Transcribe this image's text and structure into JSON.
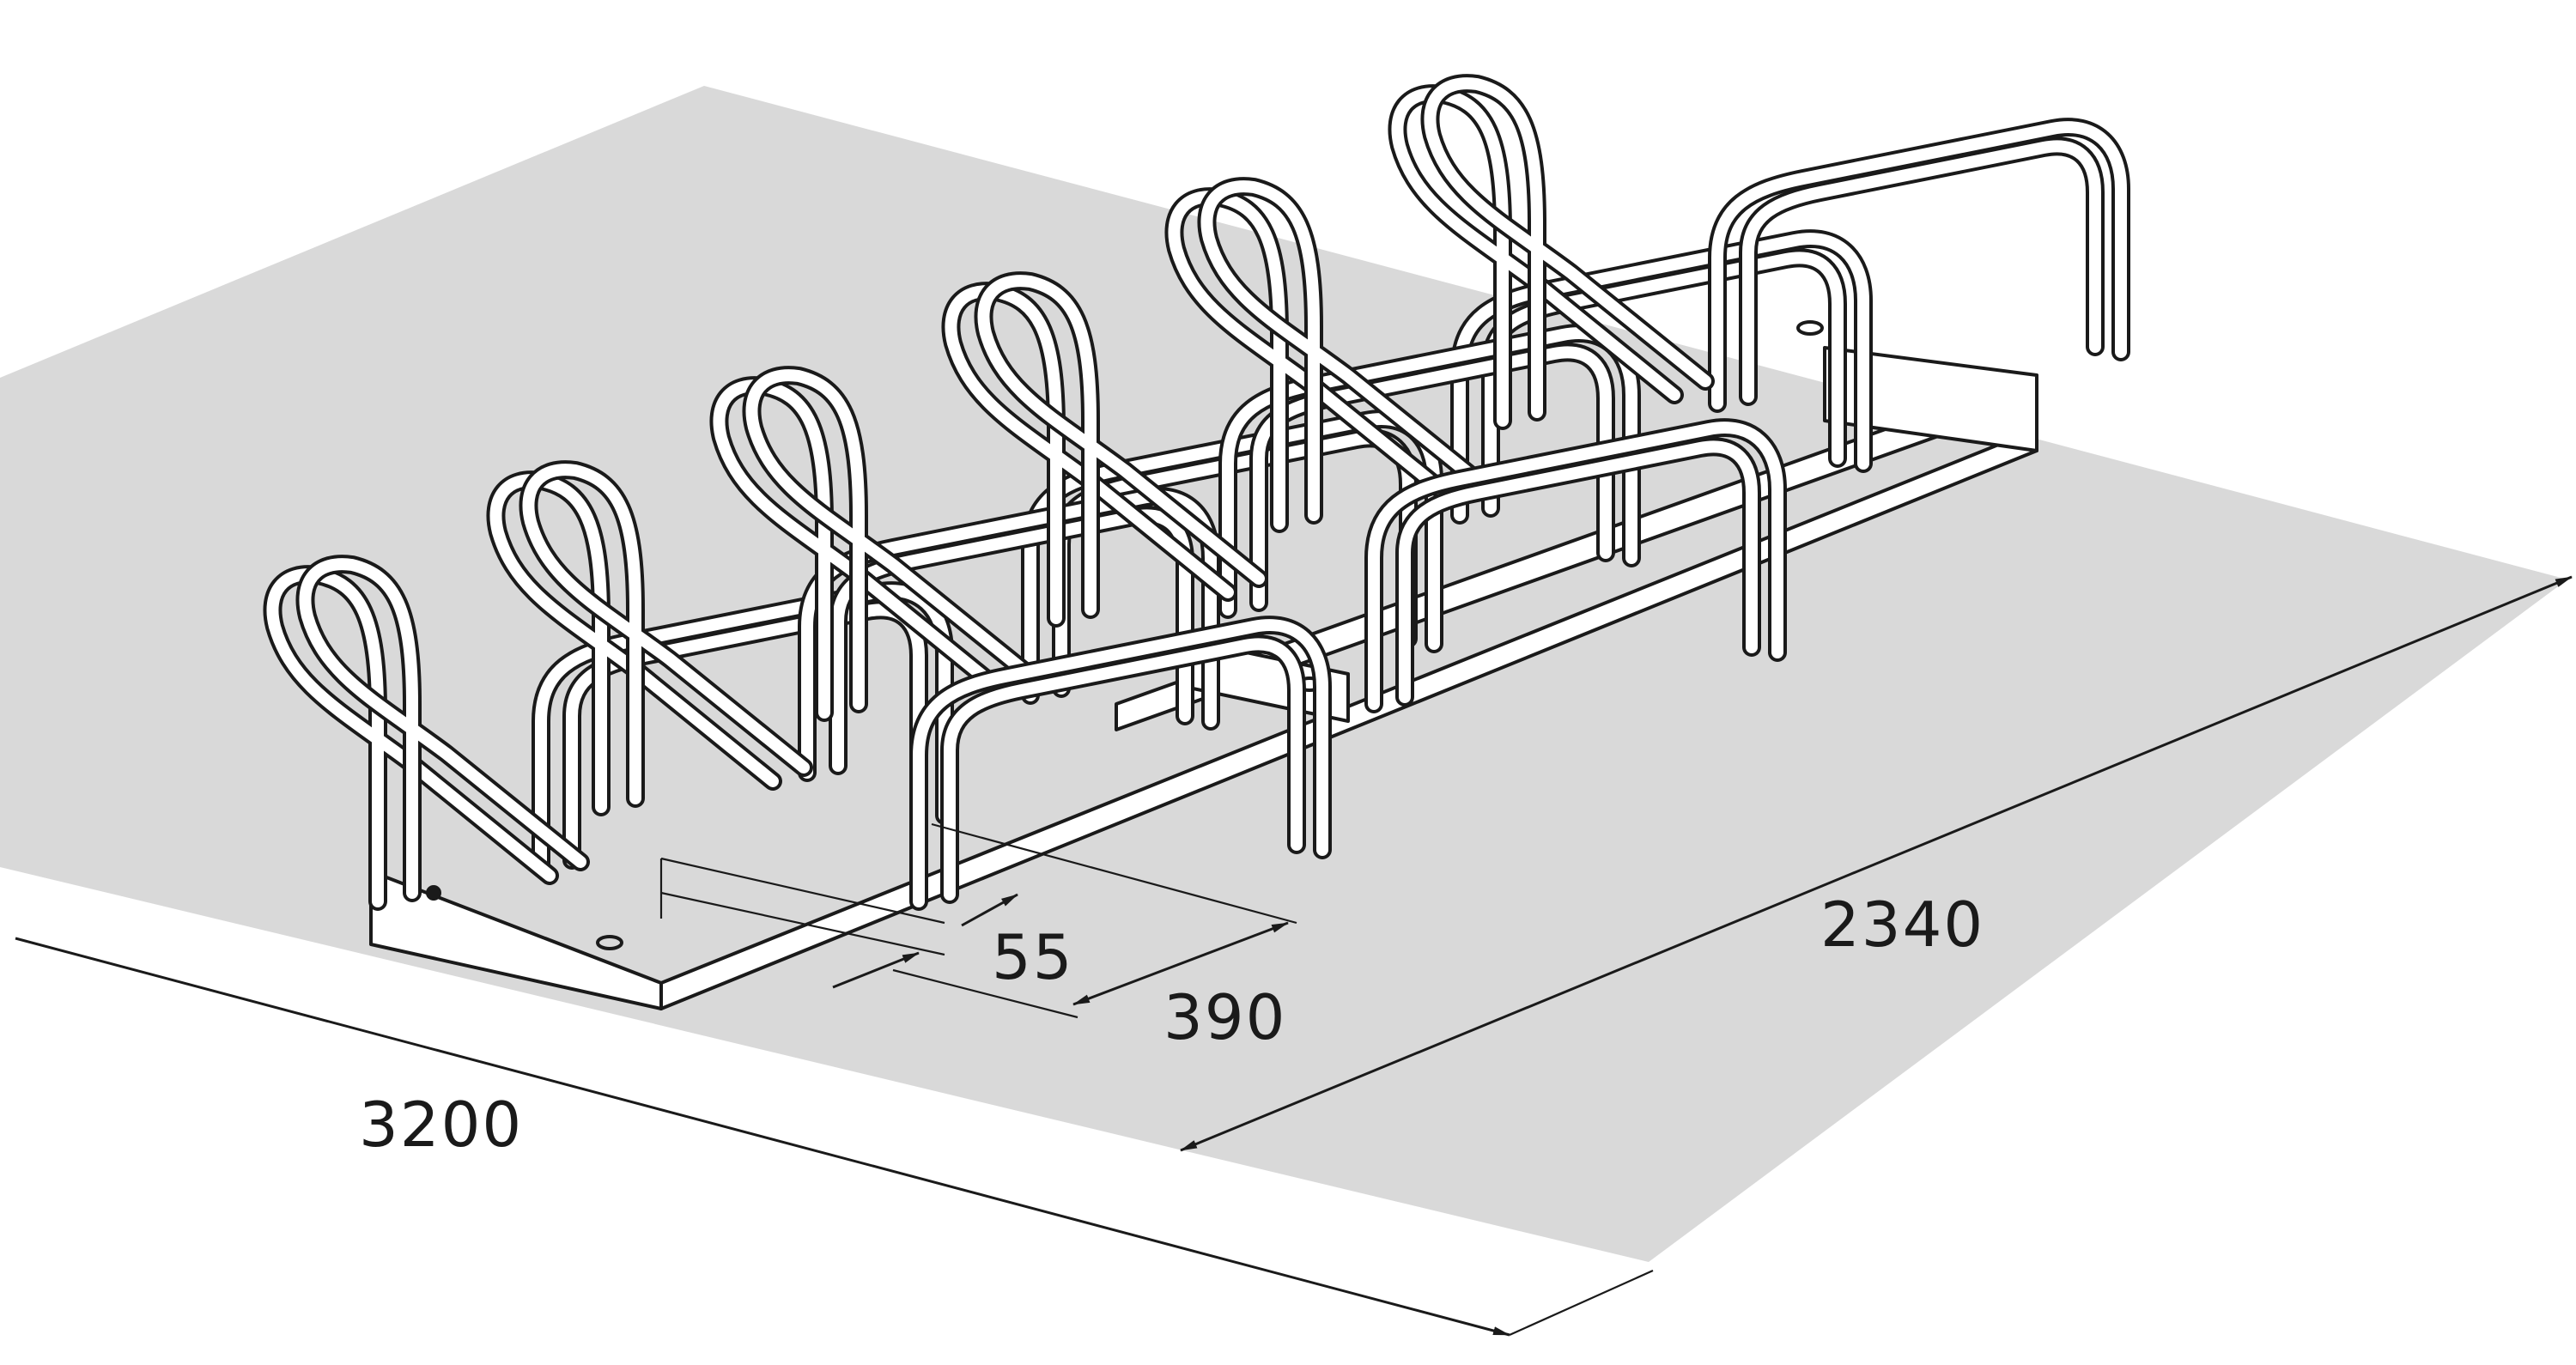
{
  "dimensions": {
    "gap_width": "55",
    "spacing": "390",
    "depth": "2340",
    "length": "3200"
  },
  "colors": {
    "floor": "#d9d9d9",
    "line": "#1a1a1a",
    "background": "#ffffff"
  }
}
